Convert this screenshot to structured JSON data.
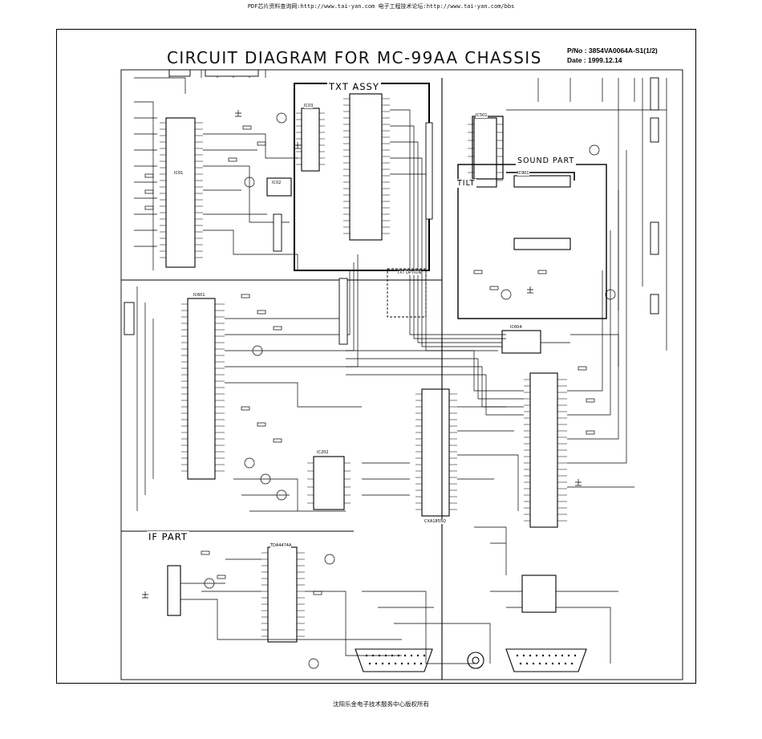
{
  "header": {
    "banner": "PDF芯片资料查询网:http://www.tai-yan.com  电子工程技术论坛:http://www.tai-yan.com/bbs"
  },
  "sheet": {
    "title": "CIRCUIT DIAGRAM FOR MC-99AA CHASSIS",
    "part_no": "P/No : 3854VA0064A-S1(1/2)",
    "date": "Date : 1999.12.14"
  },
  "blocks": {
    "txt_assy": "TXT ASSY",
    "tilt": "TILT",
    "sound_part": "SOUND PART",
    "if_part": "IF PART",
    "txt_option": "TXT OPTION"
  },
  "ic_labels": {
    "ic01": "IC01",
    "ic02": "IC02",
    "ic03": "IC03",
    "ic601": "IC601",
    "ic501": "IC501",
    "ic901": "IC901",
    "ic604": "IC604",
    "ic202": "IC202",
    "cxa": "CXA1855Q",
    "tda": "TDA4474A"
  },
  "footer": {
    "copyright": "沈阳乐金电子技术服务中心版权所有"
  }
}
